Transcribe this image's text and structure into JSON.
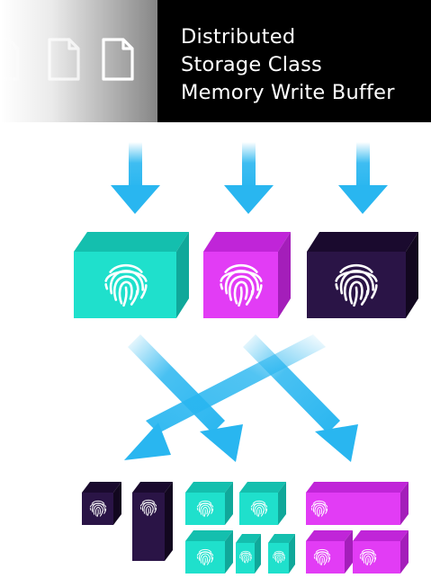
{
  "banner": {
    "title_lines": [
      "Distributed",
      "Storage Class",
      "Memory Write Buffer"
    ]
  },
  "icons": {
    "document": "document-icon",
    "fingerprint": "fingerprint-icon",
    "arrow": "arrow-down-icon"
  },
  "colors": {
    "banner_bg": "#000000",
    "arrow": "#29B6F0",
    "teal": "#1FE0CC",
    "teal_dark": "#14BFAE",
    "magenta": "#E23CF5",
    "magenta_dark": "#C025D8",
    "navy": "#2A1446",
    "navy_dark": "#1A0A2E"
  }
}
